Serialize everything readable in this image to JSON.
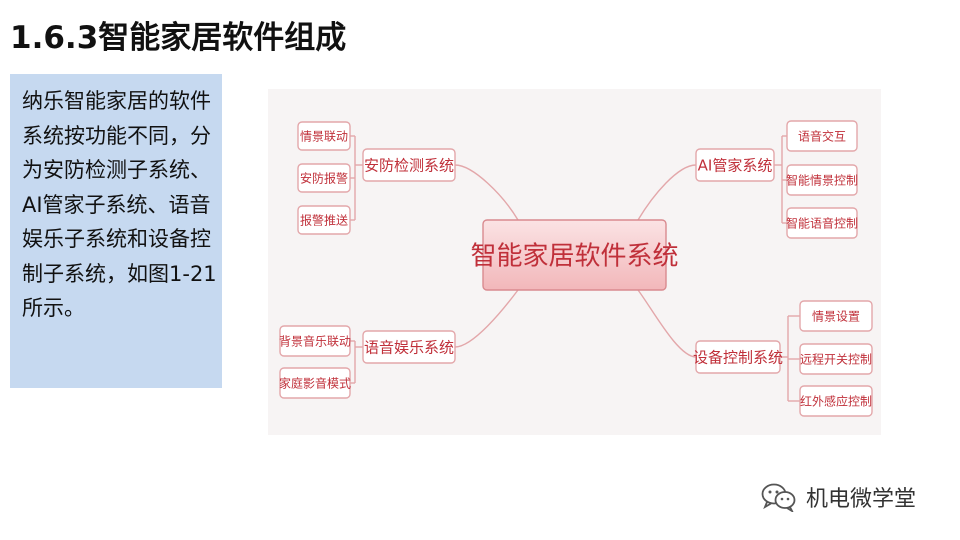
{
  "page_title": "1.6.3智能家居软件组成",
  "description": "纳乐智能家居的软件系统按功能不同，分为安防检测子系统、AI管家子系统、语音娱乐子系统和设备控制子系统，如图1-21所示。",
  "diagram": {
    "center": "智能家居软件系统",
    "branches": [
      {
        "label": "安防检测系统",
        "leaves": [
          "情景联动",
          "安防报警",
          "报警推送"
        ]
      },
      {
        "label": "语音娱乐系统",
        "leaves": [
          "背景音乐联动",
          "家庭影音模式"
        ]
      },
      {
        "label": "AI管家系统",
        "leaves": [
          "语音交互",
          "智能情景控制",
          "智能语音控制"
        ]
      },
      {
        "label": "设备控制系统",
        "leaves": [
          "情景设置",
          "远程开关控制",
          "红外感应控制"
        ]
      }
    ]
  },
  "watermark": {
    "text": "机电微学堂",
    "icon": "wechat-icon"
  }
}
